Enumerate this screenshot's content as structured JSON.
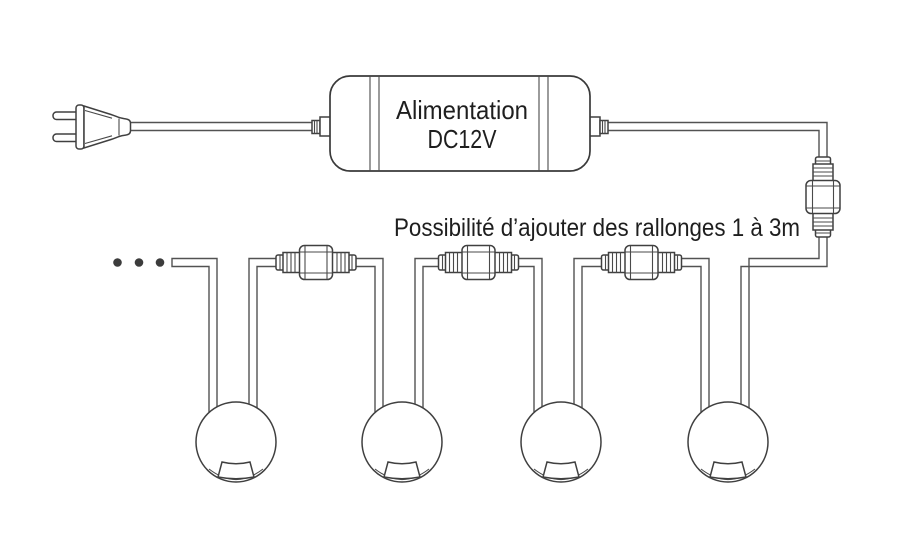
{
  "power_supply": {
    "label_line1": "Alimentation",
    "label_line2": "DC12V"
  },
  "note": {
    "text": "Possibilité d’ajouter des rallonges 1 à 3m"
  },
  "diagram": {
    "spot_lights_count": 4,
    "extension_connectors_horizontal_count": 3,
    "extension_connectors_vertical_count": 1,
    "continuation_dots_count": 3,
    "plug_type": "EU 2-pin mains plug"
  },
  "colors": {
    "background": "#ffffff",
    "line": "#4f4f4f",
    "text": "#1e1e1e"
  }
}
